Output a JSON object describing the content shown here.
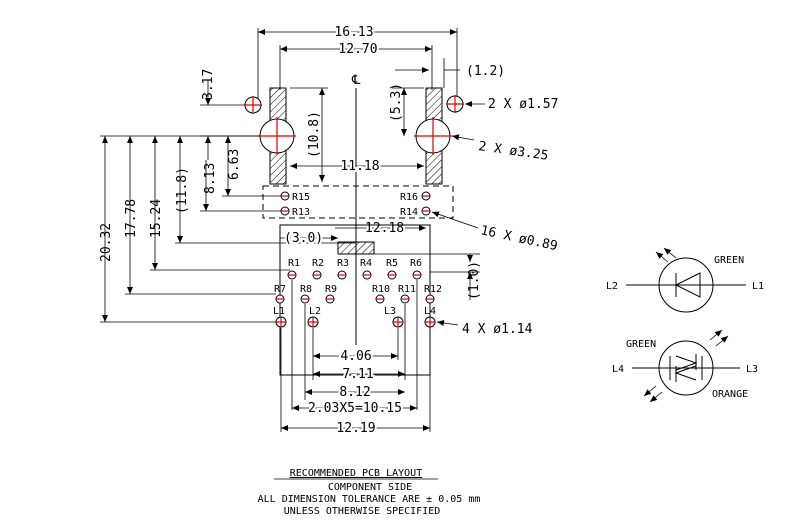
{
  "diagram": {
    "dimensions": {
      "width_16_13": "16.13",
      "width_12_70": "12.70",
      "gap_1_2": "(1.2)",
      "tab_3_17": "3.17",
      "v_5_3": "(5.3)",
      "v_10_8": "(10.8)",
      "v_6_63": "6.63",
      "v_8_13": "8.13",
      "v_11_8": "(11.8)",
      "v_15_24": "15.24",
      "v_17_78": "17.78",
      "v_20_32": "20.32",
      "w_11_18": "11.18",
      "w_12_18": "12.18",
      "w_3_0": "(3.0)",
      "v_1_0": "(1.0)",
      "w_4_06": "4.06",
      "w_7_11": "7.11",
      "w_8_12": "8.12",
      "w_pitch": "2.03X5=10.15",
      "w_12_19": "12.19"
    },
    "callouts": {
      "hole_157": "2 X ø1.57",
      "hole_325": "2 X ø3.25",
      "hole_089": "16 X ø0.89",
      "hole_114": "4 X ø1.14"
    },
    "centerline_mark": "℄",
    "pins": {
      "r15": "R15",
      "r16": "R16",
      "r13": "R13",
      "r14": "R14",
      "r1": "R1",
      "r2": "R2",
      "r3": "R3",
      "r4": "R4",
      "r5": "R5",
      "r6": "R6",
      "r7": "R7",
      "r8": "R8",
      "r9": "R9",
      "r10": "R10",
      "r11": "R11",
      "r12": "R12",
      "l1": "L1",
      "l2": "L2",
      "l3": "L3",
      "l4": "L4"
    },
    "led1": {
      "color_label": "GREEN",
      "left": "L2",
      "right": "L1"
    },
    "led2": {
      "color_top": "GREEN",
      "color_bottom": "ORANGE",
      "left": "L4",
      "right": "L3"
    },
    "notes": {
      "title": "RECOMMENDED PCB LAYOUT",
      "side": "COMPONENT SIDE",
      "tolerance": "ALL DIMENSION TOLERANCE ARE ± 0.05 mm",
      "unless": "UNLESS OTHERWISE SPECIFIED"
    }
  }
}
